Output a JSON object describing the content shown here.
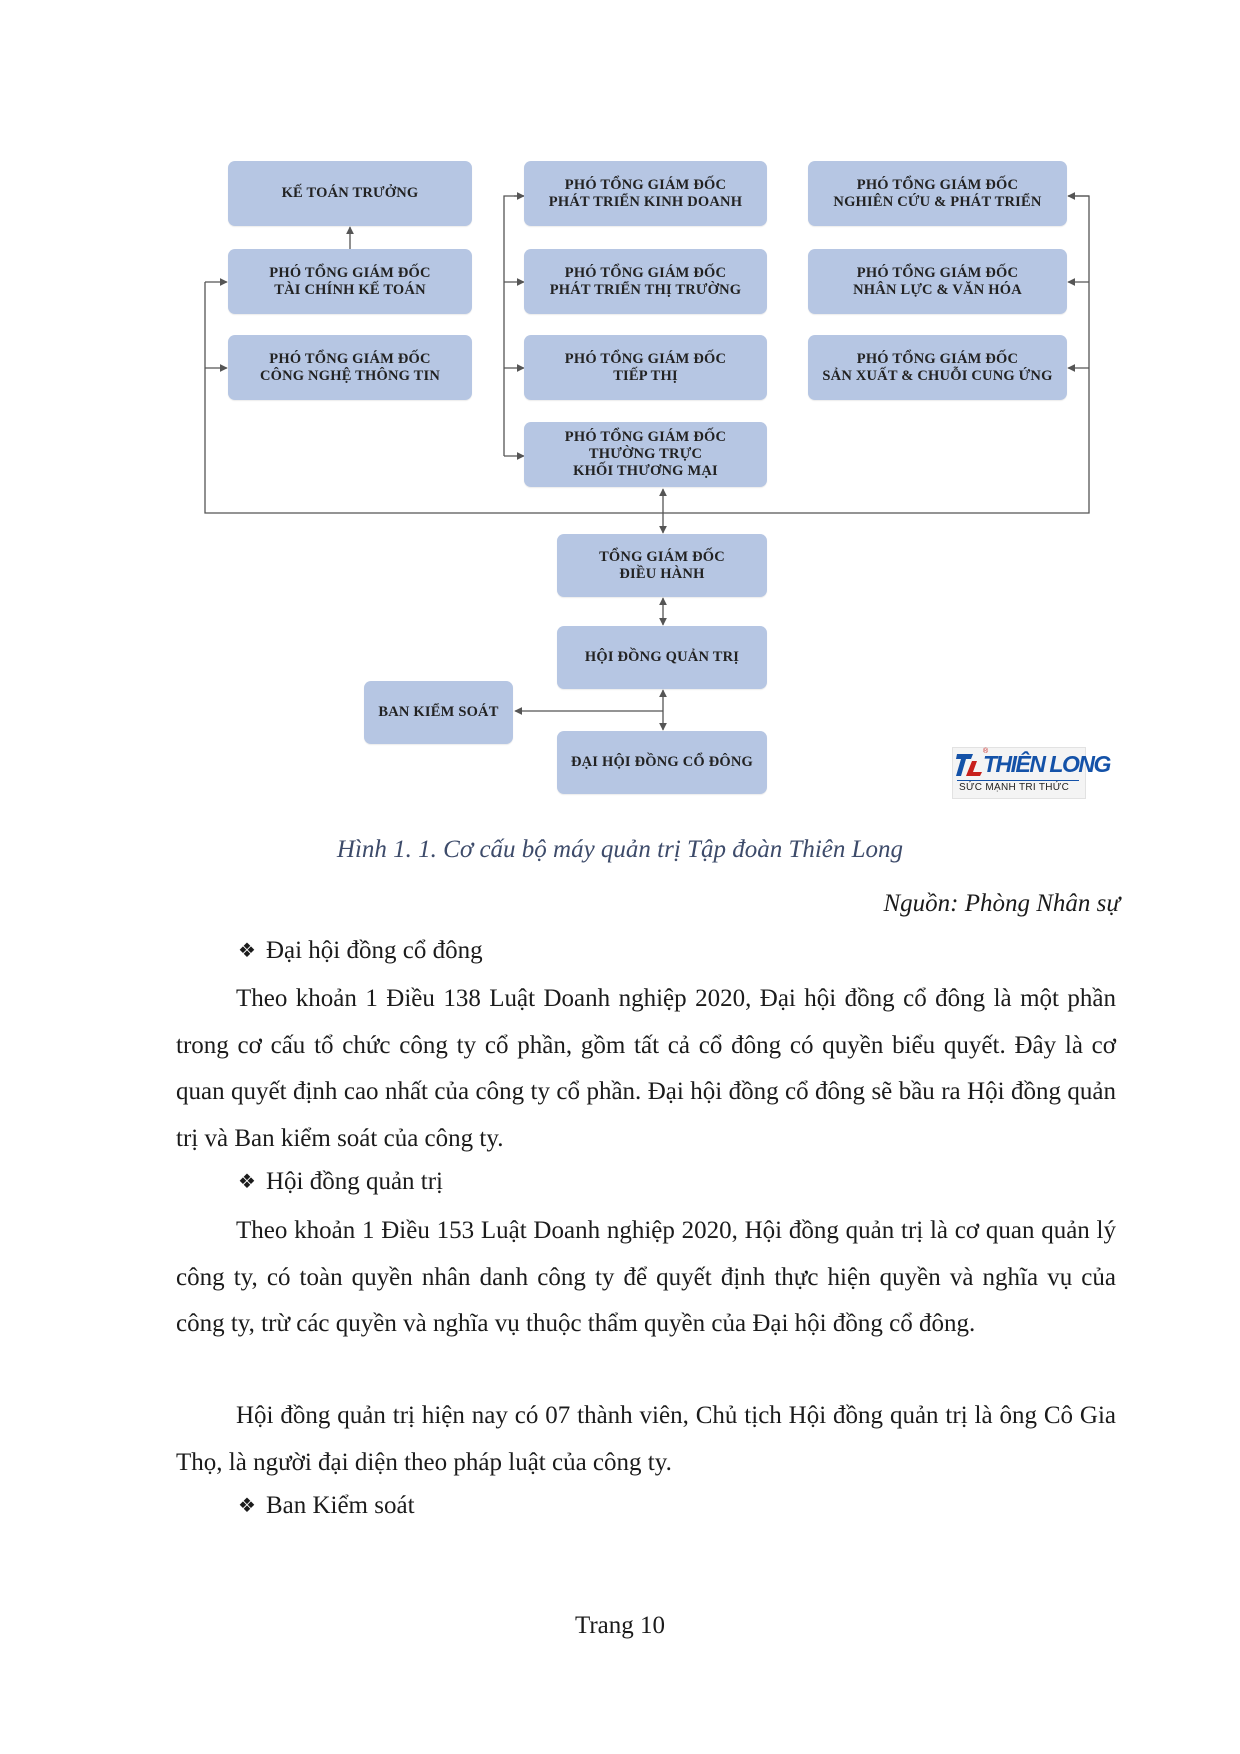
{
  "org_chart": {
    "nodes": {
      "ke_toan_truong": "KẾ TOÁN TRƯỞNG",
      "pho_tgd_tai_chinh": "PHÓ TỔNG GIÁM ĐỐC\nTÀI CHÍNH KẾ TOÁN",
      "pho_tgd_cntt": "PHÓ TỔNG GIÁM ĐỐC\nCÔNG NGHỆ THÔNG TIN",
      "pho_tgd_kinh_doanh": "PHÓ TỔNG GIÁM ĐỐC\nPHÁT TRIỂN KINH DOANH",
      "pho_tgd_thi_truong": "PHÓ TỔNG GIÁM ĐỐC\nPHÁT TRIỂN THỊ TRƯỜNG",
      "pho_tgd_tiep_thi": "PHÓ TỔNG GIÁM ĐỐC\nTIẾP THỊ",
      "pho_tgd_thuong_truc": "PHÓ TỔNG GIÁM ĐỐC\nTHƯỜNG TRỰC\nKHỐI THƯƠNG MẠI",
      "pho_tgd_nghien_cuu": "PHÓ TỔNG GIÁM ĐỐC\nNGHIÊN CỨU & PHÁT TRIỂN",
      "pho_tgd_nhan_luc": "PHÓ TỔNG GIÁM ĐỐC\nNHÂN LỰC & VĂN HÓA",
      "pho_tgd_san_xuat": "PHÓ TỔNG GIÁM ĐỐC\nSẢN XUẤT & CHUỖI CUNG ỨNG",
      "tong_giam_doc": "TỔNG GIÁM ĐỐC\nĐIỀU HÀNH",
      "hoi_dong_quan_tri": "HỘI ĐỒNG QUẢN TRỊ",
      "ban_kiem_soat": "BAN KIỂM SOÁT",
      "dai_hoi_co_dong": "ĐẠI HỘI ĐỒNG CỔ ĐÔNG"
    },
    "box_color": "#b6c6e3",
    "line_color": "#555555"
  },
  "logo": {
    "name": "THIÊN LONG",
    "tagline": "SỨC MẠNH TRI THỨC",
    "registered_mark": "®",
    "brand_color": "#1452a8",
    "accent_color": "#c8201c"
  },
  "figure": {
    "caption": "Hình 1. 1. Cơ cấu bộ máy quản trị Tập đoàn Thiên Long",
    "source": "Nguồn: Phòng Nhân sự"
  },
  "sections": {
    "bullet_icon": "black-diamond-minus-white-x",
    "bullet_glyph": "❖",
    "h1": "Đại hội đồng cổ đông",
    "p1": "Theo khoản 1 Điều 138 Luật Doanh nghiệp 2020, Đại hội đồng cổ đông là một phần trong cơ cấu tổ chức công ty cổ phần, gồm tất cả cổ đông có quyền biểu quyết. Đây là cơ quan quyết định cao nhất của công ty cổ phần. Đại hội đồng cổ đông sẽ bầu ra Hội đồng quản trị và Ban kiểm soát của công ty.",
    "h2": "Hội đồng quản trị",
    "p2": "Theo khoản 1 Điều 153 Luật Doanh nghiệp 2020, Hội đồng quản trị là cơ quan quản lý công ty, có toàn quyền nhân danh công ty để quyết định thực hiện quyền và nghĩa vụ của công ty, trừ các quyền và nghĩa vụ thuộc thẩm quyền của Đại hội đồng cổ đông.",
    "p3": "Hội đồng quản trị hiện nay có 07 thành viên, Chủ tịch Hội đồng quản trị là ông Cô Gia Thọ, là người đại diện theo pháp luật của công ty.",
    "h3": "Ban Kiểm soát"
  },
  "footer": {
    "page_number": "Trang 10"
  }
}
